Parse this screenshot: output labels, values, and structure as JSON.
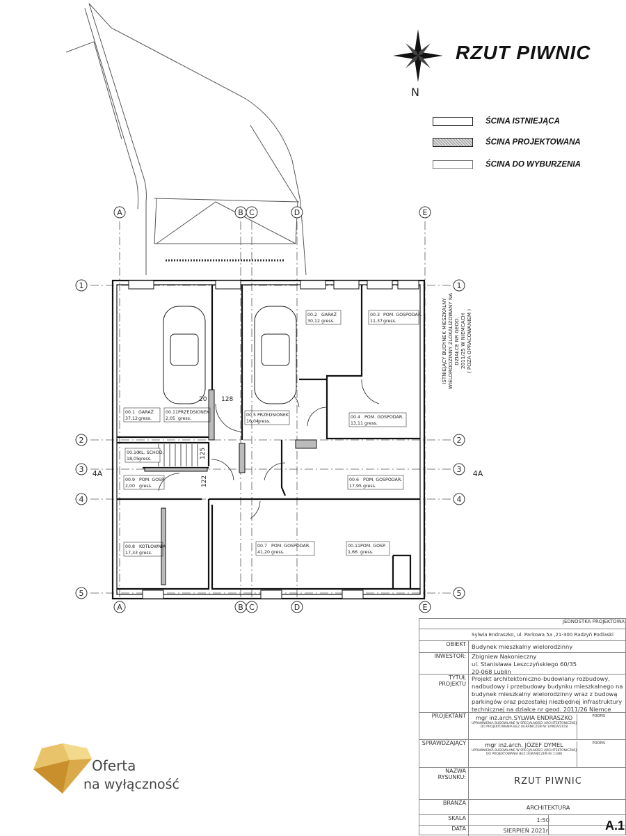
{
  "drawing_title": "RZUT PIWNIC",
  "north_label": "N",
  "legend": [
    {
      "label": "ŚCINA ISTNIEJĄCA"
    },
    {
      "label": "ŚCINA PROJEKTOWANA"
    },
    {
      "label": "ŚCINA DO WYBURZENIA"
    }
  ],
  "axes": {
    "vertical": [
      "A",
      "B",
      "C",
      "D",
      "E"
    ],
    "horizontal": [
      "1",
      "2",
      "3",
      "4",
      "5"
    ],
    "section": "4A"
  },
  "rooms": [
    {
      "no": "00.1",
      "name": "GARAŻ",
      "area": "37,12",
      "finish": "gress."
    },
    {
      "no": "00.11",
      "name": "PRZEDSIONEK",
      "area": "2,05",
      "finish": "gress."
    },
    {
      "no": "00.2",
      "name": "GARAŻ",
      "area": "30,12",
      "finish": "gress."
    },
    {
      "no": "00.3",
      "name": "POM. GOSPODAR.",
      "area": "11,37",
      "finish": "gress."
    },
    {
      "no": "00.5",
      "name": "PRZEDSIONEK",
      "area": "16,04",
      "finish": "gress."
    },
    {
      "no": "00.4",
      "name": "POM. GOSPODAR.",
      "area": "13,11",
      "finish": "gress."
    },
    {
      "no": "00.10",
      "name": "KL. SCHOD.",
      "area": "18,05",
      "finish": "gress."
    },
    {
      "no": "00.9",
      "name": "POM. GOSP.",
      "area": "2,00",
      "finish": "gress."
    },
    {
      "no": "00.6",
      "name": "POM. GOSPODAR.",
      "area": "17,95",
      "finish": "gress."
    },
    {
      "no": "00.8",
      "name": "KOTŁOWNIA",
      "area": "17,33",
      "finish": "gress."
    },
    {
      "no": "00.7",
      "name": "POM. GOSPODAR.",
      "area": "41,20",
      "finish": "gress."
    },
    {
      "no": "00.11",
      "name": "POM. GOSP.",
      "area": "1,66",
      "finish": "gress."
    }
  ],
  "dimensions": [
    "20",
    "128",
    "125",
    "122"
  ],
  "neighbour_note": [
    "ISTNIEJĄCY BUDYNEK MIESZKALNY",
    "WIELORODZINNY ZLOKALIZOWANY NA",
    "DZIAŁCE NR GEOD.",
    "2011/25  W NIEMCACH",
    "( POZA OPRACOWANIEM )"
  ],
  "title_block": {
    "header": "JEDNOSTKA PROJEKTOWA",
    "office": "Sylwia Endraszko, ul. Parkowa 5a ,21-300 Radzyń Podlaski",
    "obiekt_label": "OBIEKT",
    "obiekt": "Budynek mieszkalny  wielorodzinny",
    "inwestor_label": "INWESTOR:",
    "inwestor": [
      "Zbigniew Nakonieczny",
      "ul. Stanisława Leszczyńskiego 60/35",
      "20-068 Lublin"
    ],
    "tytul_label": [
      "TYTUŁ",
      "PROJEKTU"
    ],
    "tytul": "Projekt architektoniczno-budowlany rozbudowy, nadbudowy i przebudowy budynku mieszkalnego na budynek mieszkalny wielorodzinny wraz z budową parkingów oraz pozostałej niezbędnej infrastruktury technicznej na działce nr geod. 2011/26 Niemce",
    "projektant_label": "PROJEKTANT",
    "projektant": "mgr inż.arch.SYLWIA ENDRASZKO",
    "projektant_perm": "UPRAWNIENIA BUDOWLANE W SPECJALNOŚCI ARCHITEKTONICZNEJ DO PROJEKTOWANIA BEZ OGRANICZEŃ Nr 1/PKOA/2018",
    "podpis": "PODPIS",
    "sprawdzajacy_label": "SPRAWDZAJĄCY",
    "sprawdzajacy": "mgr inż.arch. JÓZEF DYMEL",
    "sprawdzajacy_perm": "UPRAWNIENIA BUDOWLANE W SPECJALNOŚCI ARCHITEKTONICZNEJ DO PROJEKTOWANIA BEZ OGRANICZEŃ Nr 11/88",
    "nazwa_label": "NAZWA RYSUNKU:",
    "nazwa": "RZUT PIWNIC",
    "branza_label": "BRANŻA",
    "branza": "ARCHITEKTURA",
    "skala_label": "SKALA",
    "skala": "1:50",
    "data_label": "DATA",
    "data": "SIERPIEŃ 2021r.",
    "sheet": "A.1"
  },
  "logo": {
    "line1": "Oferta",
    "line2": "na wyłączność",
    "color": "#d9a94a"
  }
}
